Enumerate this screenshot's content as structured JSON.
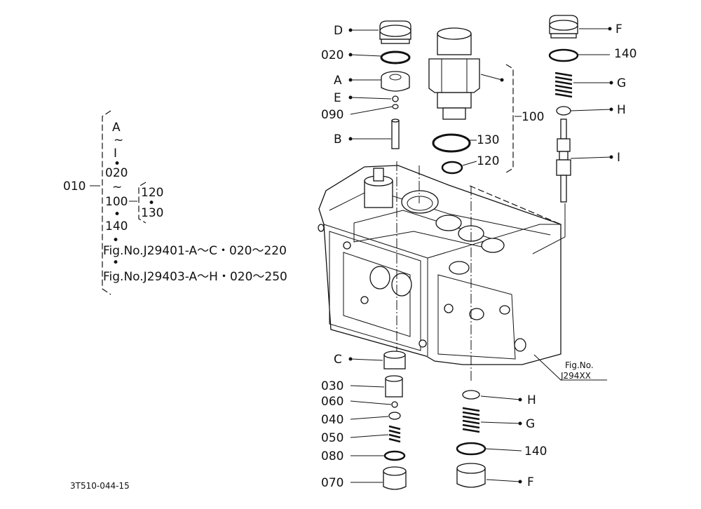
{
  "footer": {
    "code": "3T510-044-15"
  },
  "figure_ref": {
    "line1": "Fig.No.",
    "line2": "J294XX"
  },
  "bracket_010": {
    "main": "010",
    "items": [
      "A",
      "~",
      "I",
      "•",
      "020",
      "~",
      "100",
      "•",
      "140",
      "•"
    ],
    "sub": [
      "120",
      "•",
      "130"
    ],
    "ref1": "Fig.No.J29401-A～C・020～220",
    "bullet": "•",
    "ref2": "Fig.No.J29403-A～H・020～250"
  },
  "bracket_100": {
    "label": "100"
  },
  "callouts": {
    "D": "D",
    "020": "020",
    "A": "A",
    "E": "E",
    "090": "090",
    "B": "B",
    "130": "130",
    "120": "120",
    "F_top": "F",
    "140_top": "140",
    "G_top": "G",
    "H_top": "H",
    "I": "I",
    "C": "C",
    "030": "030",
    "060": "060",
    "040": "040",
    "050": "050",
    "080": "080",
    "070": "070",
    "H_bottom": "H",
    "G_bottom": "G",
    "140_bottom": "140",
    "F_bottom": "F"
  }
}
